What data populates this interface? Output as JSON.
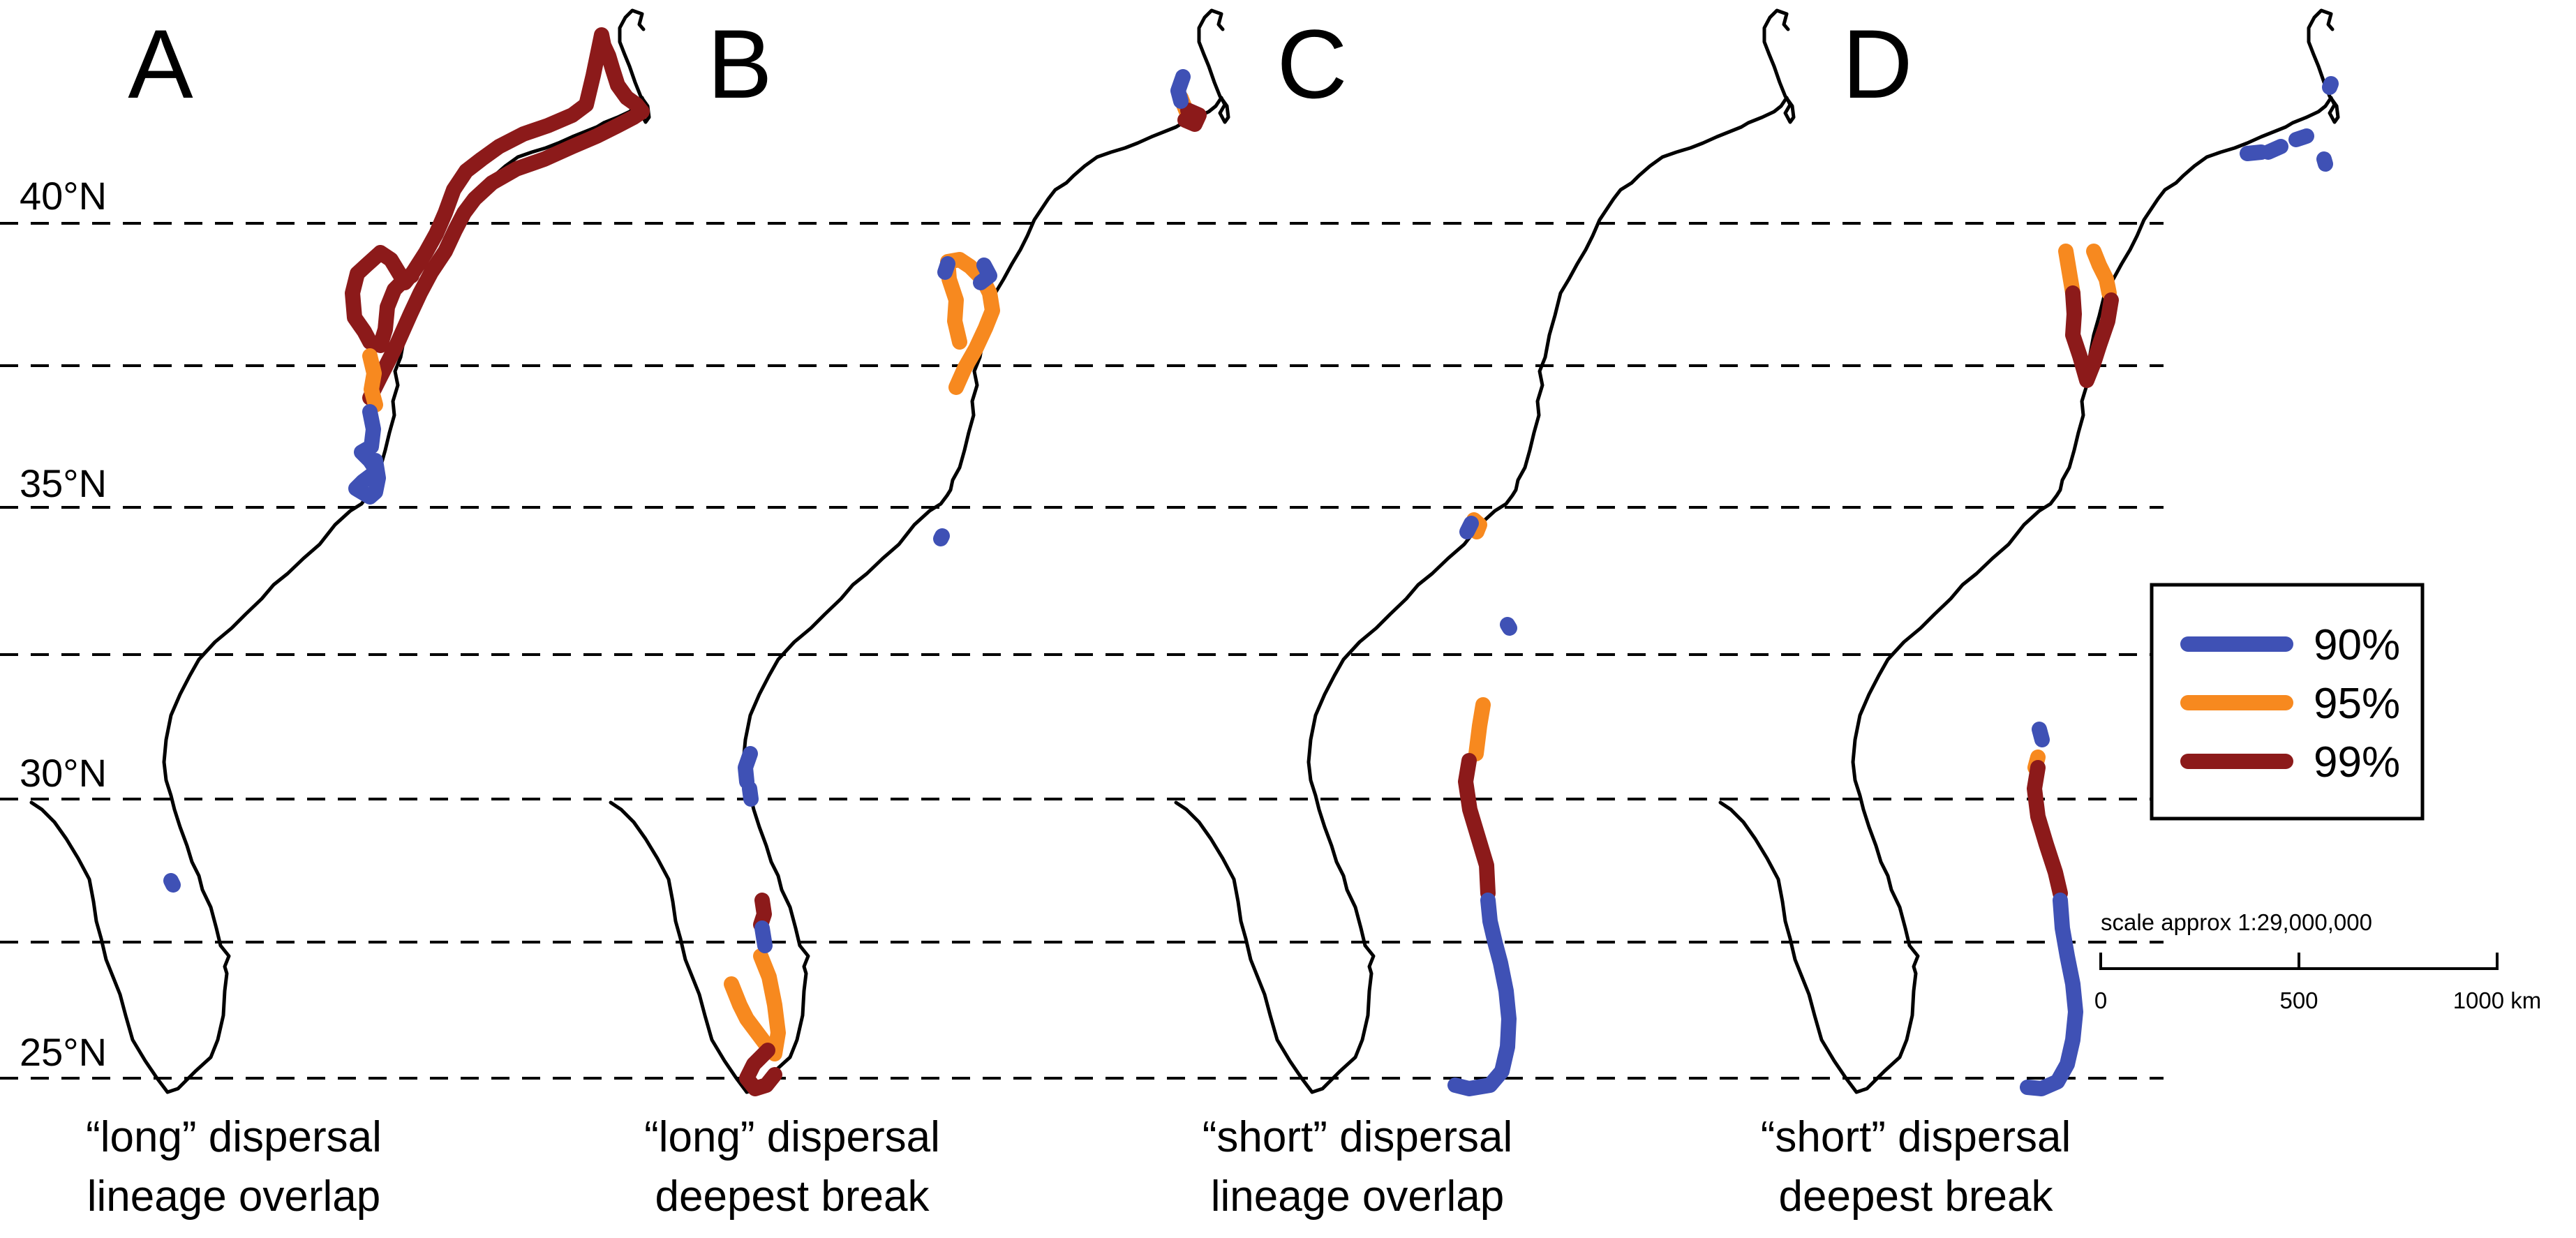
{
  "colors": {
    "level_90": "#3f51b5",
    "level_95": "#f7891f",
    "level_99": "#8c1a1a",
    "coastline": "#000000",
    "background": "#ffffff"
  },
  "latitude_labels": [
    "40°N",
    "35°N",
    "30°N",
    "25°N"
  ],
  "panels": [
    {
      "letter": "A",
      "caption_line1": "“long” dispersal",
      "caption_line2": "lineage overlap"
    },
    {
      "letter": "B",
      "caption_line1": "“long” dispersal",
      "caption_line2": "deepest break"
    },
    {
      "letter": "C",
      "caption_line1": "“short” dispersal",
      "caption_line2": "lineage overlap"
    },
    {
      "letter": "D",
      "caption_line1": "“short” dispersal",
      "caption_line2": "deepest break"
    }
  ],
  "legend": {
    "items": [
      {
        "label": "90%",
        "color_key": "level_90"
      },
      {
        "label": "95%",
        "color_key": "level_95"
      },
      {
        "label": "99%",
        "color_key": "level_99"
      }
    ]
  },
  "scale_bar": {
    "title": "scale approx 1:29,000,000",
    "ticks": [
      "0",
      "500",
      "1000 km"
    ]
  }
}
